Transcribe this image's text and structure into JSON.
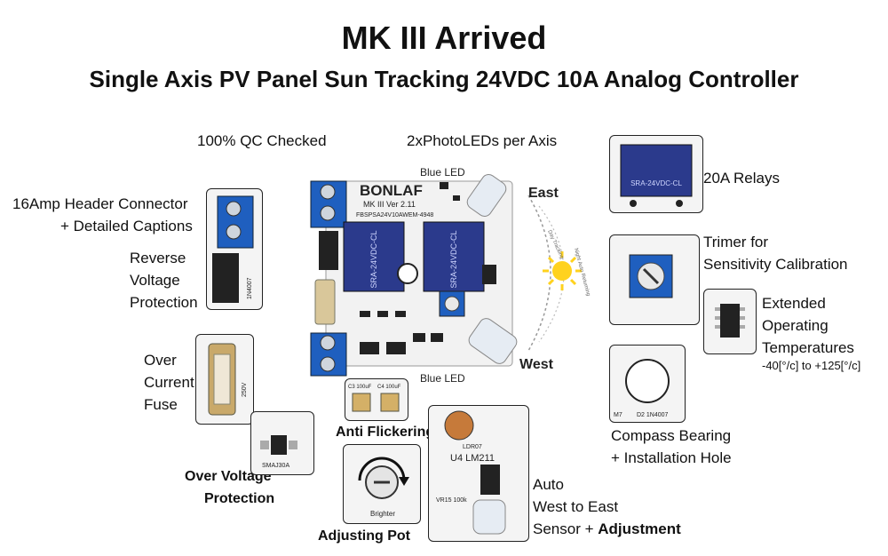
{
  "header": {
    "title": "MK III Arrived",
    "subtitle": "Single Axis PV Panel Sun Tracking 24VDC 10A Analog Controller"
  },
  "board": {
    "brand": "BONLAF",
    "model": "MK III Ver 2.11",
    "part": "FBSPSA24V10AWEM-4948",
    "relay_text": "SRA-24VDC-CL",
    "east": "East",
    "west": "West",
    "blue_led_top": "Blue LED",
    "blue_led_bottom": "Blue LED",
    "day_tracking": "Day Tracking",
    "night_return": "Night Auto Returning"
  },
  "captions": {
    "qc": "100% QC Checked",
    "photoleds": "2xPhotoLEDs per Axis",
    "header_line1": "16Amp Header Connector",
    "header_line2": "+ Detailed Captions",
    "reverse_1": "Reverse",
    "reverse_2": "Voltage",
    "reverse_3": "Protection",
    "over_current_1": "Over",
    "over_current_2": "Current",
    "over_current_3": "Fuse",
    "over_voltage_1": "Over Voltage",
    "over_voltage_2": "Protection",
    "anti_flicker": "Anti Flickering",
    "adjusting_pot": "Adjusting Pot",
    "auto_1": "Auto",
    "auto_2": "West to East",
    "auto_3a": "Sensor + ",
    "auto_3b": "Adjustment",
    "relays": "20A Relays",
    "trimer_1": "Trimer for",
    "trimer_2": "Sensitivity Calibration",
    "ext_1": "Extended",
    "ext_2": "Operating",
    "ext_3": "Temperatures",
    "ext_range": "-40[°/c] to +125[°/c]",
    "compass_1": "Compass Bearing",
    "compass_2": "+ Installation Hole"
  },
  "detail_labels": {
    "relay_photo": "SRA-24VDC-CL",
    "diode": "1N4007",
    "fuse_text": "250V",
    "tvs": "SMAJ30A",
    "cap1": "C3 100uF",
    "cap2": "C4 100uF",
    "pot": "Brighter",
    "lm": "U4 LM211",
    "ldr": "LDR07",
    "vr": "VR15 100k",
    "compass_m": "M7",
    "compass_d": "D2 1N4007"
  },
  "colors": {
    "pcb": "#f2f2f2",
    "terminal_blue": "#1f5fbf",
    "relay_blue": "#2b3a8c",
    "sun": "#ffd21e"
  }
}
